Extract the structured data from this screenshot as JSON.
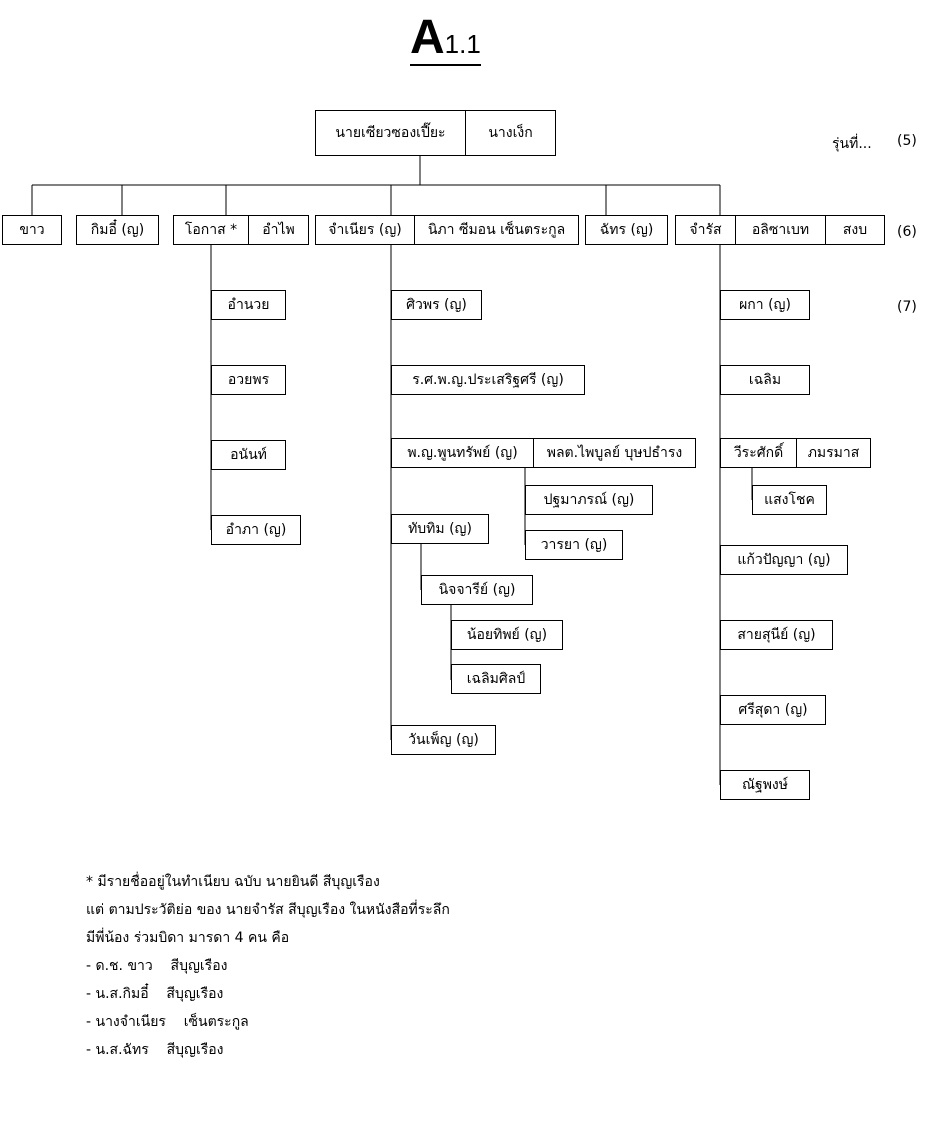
{
  "title": {
    "letter": "A",
    "number": "1.1"
  },
  "generations": {
    "g5": "(5)",
    "g5_label": "รุ่นที่...",
    "g6": "(6)",
    "g7": "(7)"
  },
  "people": {
    "root_husband": "นายเซียวซองเปี๊ยะ",
    "root_wife": "นางเง็ก",
    "khao": "ขาว",
    "kimi": "กิมอี๋ (ญ)",
    "okat": "โอกาส *",
    "ampai": "อำไพ",
    "chamnian": "จำเนียร (ญ)",
    "nipa": "นิภา ซีมอน เซ็นตระกูล",
    "chat": "ฉัทร (ญ)",
    "chamrat": "จำรัส",
    "elizabeth": "อลิซาเบท",
    "sangob": "สงบ",
    "amnuay": "อำนวย",
    "ouaiporn": "อวยพร",
    "anan": "อนันท์",
    "ampa": "อำภา (ญ)",
    "siwaporn": "ศิวพร (ญ)",
    "prasert": "ร.ศ.พ.ญ.ประเสริฐศรี (ญ)",
    "poonsap": "พ.ญ.พูนทรัพย์ (ญ)",
    "paiboon": "พลต.ไพบูลย์ บุษปธำรง",
    "patama": "ปฐมาภรณ์ (ญ)",
    "waraya": "วารยา (ญ)",
    "tubtim": "ทับทิม (ญ)",
    "nichari": "นิจจารีย์ (ญ)",
    "noithip": "น้อยทิพย์ (ญ)",
    "chaloemsin": "เฉลิมศิลป์",
    "wanpen": "วันเพ็ญ (ญ)",
    "phaka": "ผกา (ญ)",
    "chaloem": "เฉลิม",
    "weerasak": "วีระศักดิ์",
    "pamonmas": "ภมรมาส",
    "saengchot": "แสงโชค",
    "kaewpanya": "แก้วปัญญา (ญ)",
    "saisunee": "สายสุนีย์ (ญ)",
    "srisuda": "ศรีสุดา (ญ)",
    "nattapong": "ณัฐพงษ์"
  },
  "notes": [
    "* มีรายชื่ออยู่ในทำเนียบ ฉบับ นายยินดี สีบุญเรือง",
    "แต่ ตามประวัติย่อ ของ นายจำรัส สีบุญเรือง ในหนังสือที่ระลึก",
    "มีพี่น้อง ร่วมบิดา มารดา 4 คน คือ",
    "- ด.ช. ขาว    สีบุญเรือง",
    "- น.ส.กิมอี๋    สีบุญเรือง",
    "- นางจำเนียร    เซ็นตระกูล",
    "- น.ส.ฉัทร    สีบุญเรือง"
  ]
}
